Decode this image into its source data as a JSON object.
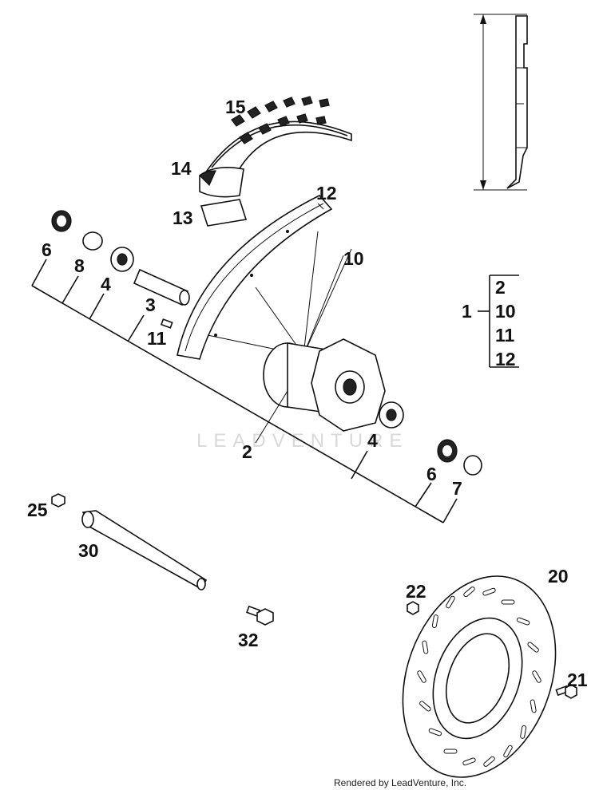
{
  "callouts": [
    {
      "id": "c15",
      "text": "15"
    },
    {
      "id": "c14",
      "text": "14"
    },
    {
      "id": "c13",
      "text": "13"
    },
    {
      "id": "c12",
      "text": "12"
    },
    {
      "id": "c10",
      "text": "10"
    },
    {
      "id": "c6a",
      "text": "6"
    },
    {
      "id": "c8",
      "text": "8"
    },
    {
      "id": "c4a",
      "text": "4"
    },
    {
      "id": "c3",
      "text": "3"
    },
    {
      "id": "c11",
      "text": "11"
    },
    {
      "id": "c2",
      "text": "2"
    },
    {
      "id": "c4b",
      "text": "4"
    },
    {
      "id": "c6b",
      "text": "6"
    },
    {
      "id": "c7",
      "text": "7"
    },
    {
      "id": "c25",
      "text": "25"
    },
    {
      "id": "c30",
      "text": "30"
    },
    {
      "id": "c32",
      "text": "32"
    },
    {
      "id": "c22",
      "text": "22"
    },
    {
      "id": "c20",
      "text": "20"
    },
    {
      "id": "c21",
      "text": "21"
    }
  ],
  "assembly": {
    "label": "1",
    "items": [
      "2",
      "10",
      "11",
      "12"
    ]
  },
  "watermark": "LEADVENTURE",
  "footer": "Rendered by LeadVenture, Inc."
}
